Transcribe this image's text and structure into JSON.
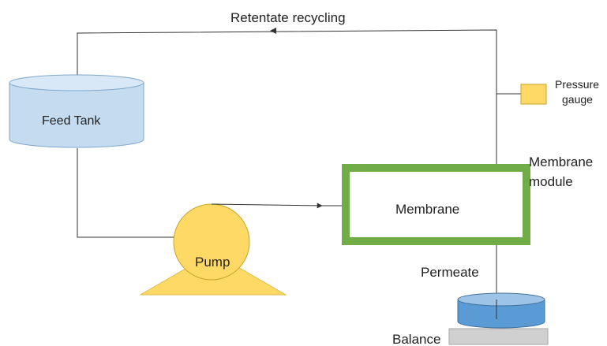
{
  "labels": {
    "retentate_recycling": "Retentate recycling",
    "feed_tank": "Feed Tank",
    "pressure_gauge_line1": "Pressure",
    "pressure_gauge_line2": "gauge",
    "membrane_module_line1": "Membrane",
    "membrane_module_line2": "module",
    "membrane": "Membrane",
    "pump": "Pump",
    "permeate": "Permeate",
    "balance": "Balance"
  },
  "colors": {
    "feed_tank_fill": "#c5dcf0",
    "feed_tank_stroke": "#7ea6cc",
    "pump_fill": "#ffd966",
    "pump_stroke": "#c9a227",
    "membrane_frame": "#70ad47",
    "permeate_container": "#5b9bd5",
    "balance_fill": "#d0d0d0",
    "pressure_gauge_fill": "#ffd966",
    "line": "#333333"
  }
}
